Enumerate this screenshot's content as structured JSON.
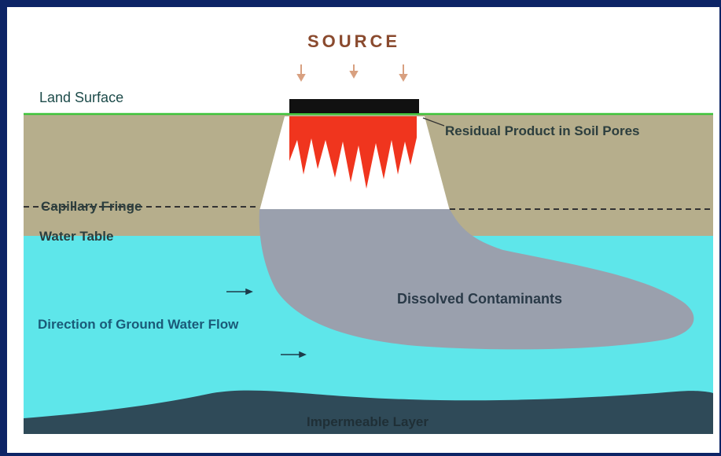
{
  "diagram": {
    "source_label": "SOURCE",
    "land_surface_label": "Land Surface",
    "residual_label": "Residual Product in Soil Pores",
    "capillary_label": "Capillary Fringe",
    "water_table_label": "Water Table",
    "dissolved_label": "Dissolved Contaminants",
    "flow_label": "Direction of Ground Water Flow",
    "impermeable_label": "Impermeable Layer"
  },
  "colors": {
    "frame": "#0d2466",
    "soil": "#b6ae8c",
    "groundwater": "#5ee6ea",
    "plume": "#9aa0ad",
    "impermeable": "#2f4a58",
    "residual": "#f0351e",
    "land_line": "#3ec43a",
    "source_bar": "#111111",
    "arrow": "#d8a080"
  }
}
